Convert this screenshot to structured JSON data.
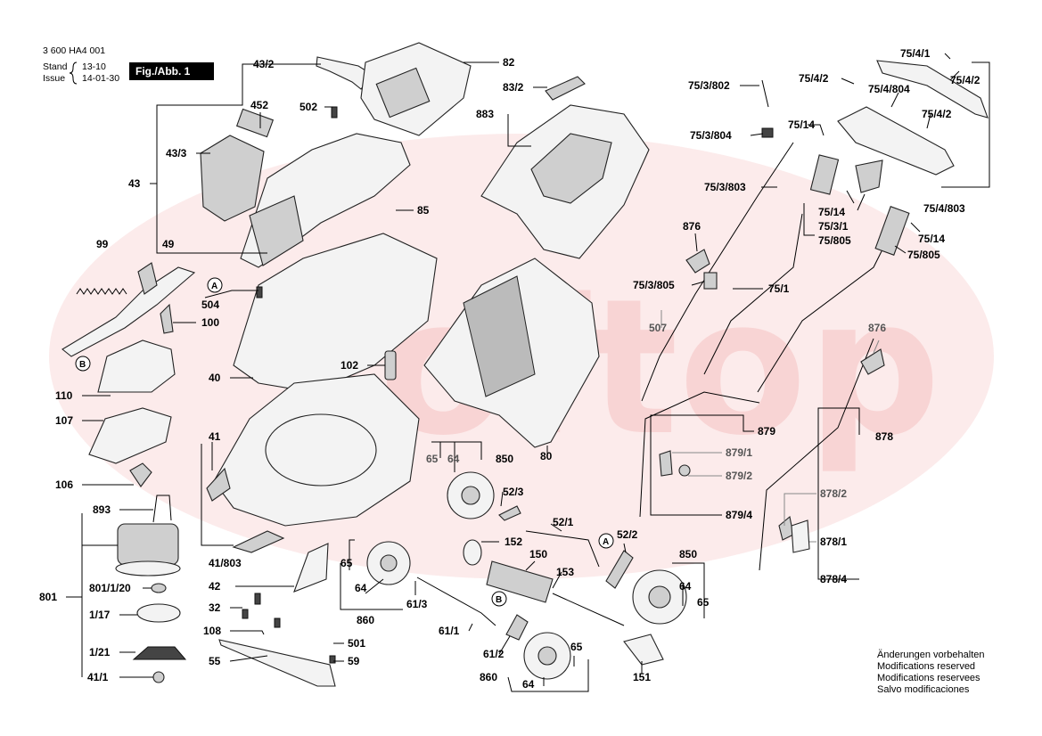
{
  "header": {
    "doc_number": "3 600 HA4 001",
    "stand_label": "Stand",
    "issue_label": "Issue",
    "stand_value": "13-10",
    "issue_value": "14-01-30",
    "figure_badge": "Fig./Abb. 1"
  },
  "watermark": "softop",
  "callouts": {
    "c_43_2": "43/2",
    "c_82": "82",
    "c_452": "452",
    "c_502": "502",
    "c_43_3": "43/3",
    "c_883": "883",
    "c_83_2": "83/2",
    "c_43": "43",
    "c_85": "85",
    "c_99": "99",
    "c_49": "49",
    "c_504": "504",
    "c_100": "100",
    "c_40": "40",
    "c_102": "102",
    "c_110": "110",
    "c_107": "107",
    "c_41": "41",
    "c_106": "106",
    "c_893": "893",
    "c_801": "801",
    "c_801_1_20": "801/1/20",
    "c_1_17": "1/17",
    "c_1_21": "1/21",
    "c_41_1": "41/1",
    "c_41_803": "41/803",
    "c_42": "42",
    "c_32": "32",
    "c_108": "108",
    "c_55": "55",
    "c_501": "501",
    "c_59": "59",
    "c_65_a": "65",
    "c_64_a": "64",
    "c_850_a": "850",
    "c_80": "80",
    "c_52_3": "52/3",
    "c_52_1": "52/1",
    "c_52_2": "52/2",
    "c_152": "152",
    "c_150": "150",
    "c_153": "153",
    "c_65_b": "65",
    "c_64_b": "64",
    "c_860_a": "860",
    "c_61_3": "61/3",
    "c_61_1": "61/1",
    "c_61_2": "61/2",
    "c_65_c": "65",
    "c_860_b": "860",
    "c_64_c": "64",
    "c_151": "151",
    "c_850_b": "850",
    "c_64_d": "64",
    "c_65_d": "65",
    "c_75_3_802": "75/3/802",
    "c_75_3_804": "75/3/804",
    "c_75_3_803": "75/3/803",
    "c_876_a": "876",
    "c_75_3_805": "75/3/805",
    "c_507": "507",
    "c_75_1": "75/1",
    "c_876_b": "876",
    "c_879": "879",
    "c_879_1": "879/1",
    "c_879_2": "879/2",
    "c_879_4": "879/4",
    "c_878": "878",
    "c_878_2": "878/2",
    "c_878_1": "878/1",
    "c_878_4": "878/4",
    "c_75_4_1": "75/4/1",
    "c_75_4_2_a": "75/4/2",
    "c_75_4_2_b": "75/4/2",
    "c_75_4_804": "75/4/804",
    "c_75_4_2_c": "75/4/2",
    "c_75_14_a": "75/14",
    "c_75_14_b": "75/14",
    "c_75_3_1": "75/3/1",
    "c_75_805_a": "75/805",
    "c_75_4_803": "75/4/803",
    "c_75_14_c": "75/14",
    "c_75_805_b": "75/805"
  },
  "markers": {
    "A": "A",
    "B": "B"
  },
  "footer_notes": [
    "Änderungen vorbehalten",
    "Modifications reserved",
    "Modifications reservees",
    "Salvo modificaciones"
  ],
  "colors": {
    "watermark": "#e23a3a",
    "badge": "#000000"
  }
}
